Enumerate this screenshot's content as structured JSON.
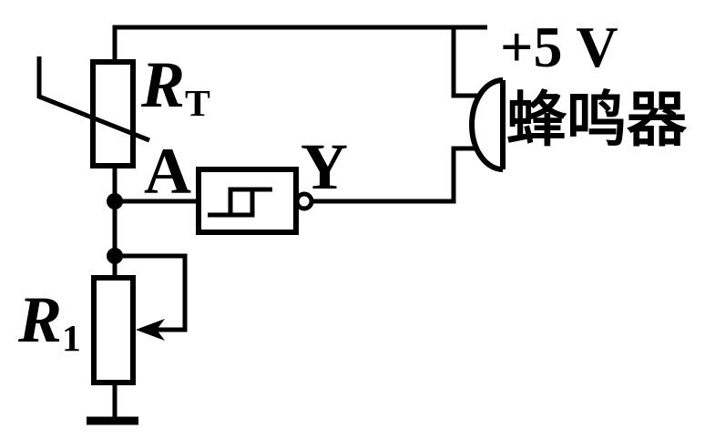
{
  "colors": {
    "ink": "#000000",
    "background": "#ffffff"
  },
  "labels": {
    "supply": "+5 V",
    "buzzer_name": "蜂鸣器",
    "thermistor": {
      "base": "R",
      "sub": "T"
    },
    "potentiometer": {
      "base": "R",
      "sub": "1"
    },
    "node_input": "A",
    "node_output": "Y"
  },
  "diagram": {
    "type": "circuit",
    "components": [
      {
        "id": "power-supply",
        "kind": "dc-supply-rail",
        "label": "+5 V"
      },
      {
        "id": "thermistor-rt",
        "kind": "thermistor",
        "label": "R T"
      },
      {
        "id": "potentiometer-r1",
        "kind": "adjustable-resistor-with-wiper-feedback",
        "label": "R 1"
      },
      {
        "id": "schmitt-inverter",
        "kind": "schmitt-trigger-inverter-gate",
        "input": "A",
        "output": "Y"
      },
      {
        "id": "buzzer",
        "kind": "buzzer",
        "label": "蜂鸣器"
      },
      {
        "id": "ground",
        "kind": "ground"
      }
    ],
    "connections": [
      "+5V rail to thermistor top and buzzer top terminal",
      "thermistor bottom to node A",
      "node A to Schmitt inverter input",
      "inverter output Y to buzzer bottom terminal",
      "node A through R1 to ground",
      "R1 wiper fed back to node below A"
    ]
  }
}
